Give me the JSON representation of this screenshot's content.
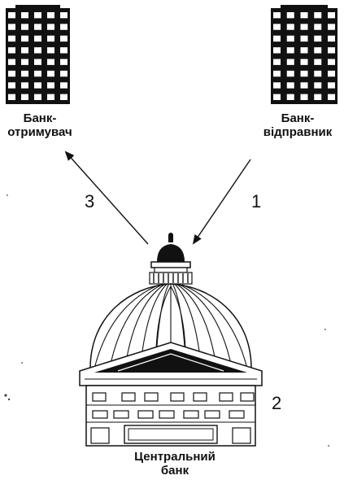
{
  "receiver_bank": {
    "line1": "Банк-",
    "line2": "отримувач"
  },
  "sender_bank": {
    "line1": "Банк-",
    "line2": "відправник"
  },
  "central_bank": {
    "line1": "Центральний",
    "line2": "банк"
  },
  "step_labels": {
    "to_central": "1",
    "central": "2",
    "to_receiver": "3"
  }
}
